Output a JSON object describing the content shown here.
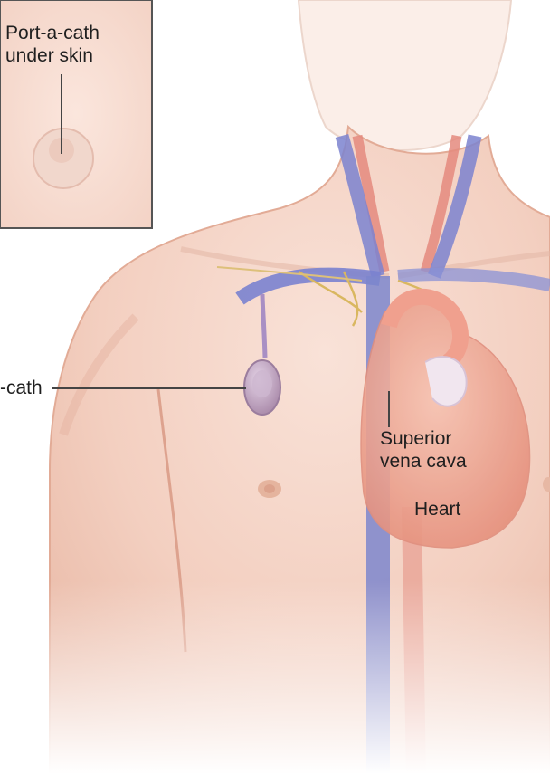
{
  "labels": {
    "inset_line1": "Port-a-cath",
    "inset_line2": "under skin",
    "port": "-cath",
    "svc_line1": "Superior",
    "svc_line2": "vena cava",
    "heart": "Heart"
  },
  "colors": {
    "skin": "#f3cfc0",
    "skin_shadow": "#e7b3a2",
    "vein": "#6f78c8",
    "artery": "#e48a7e",
    "heart": "#ec9d8a",
    "nerve": "#d9b760",
    "leader_line": "#444444"
  }
}
